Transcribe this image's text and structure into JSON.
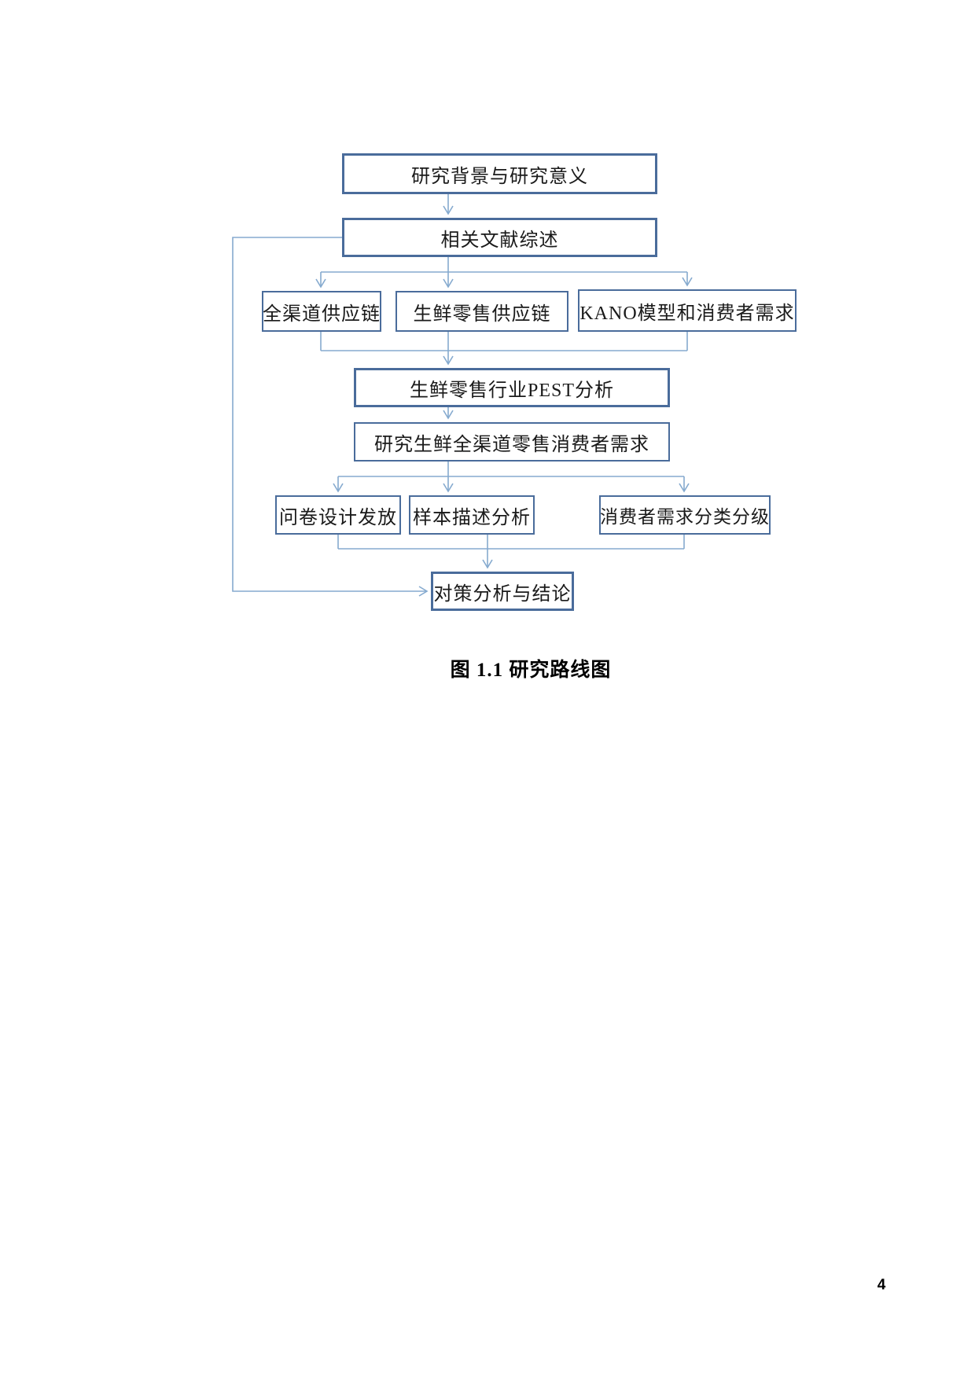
{
  "page": {
    "caption": "图 1.1 研究路线图",
    "number": "4"
  },
  "flowchart": {
    "nodes": [
      {
        "label": "研究背景与研究意义"
      },
      {
        "label": "相关文献综述"
      },
      {
        "label": "全渠道供应链"
      },
      {
        "label": "生鲜零售供应链"
      },
      {
        "label": "KANO模型和消费者需求"
      },
      {
        "label": "生鲜零售行业PEST分析"
      },
      {
        "label": "研究生鲜全渠道零售消费者需求"
      },
      {
        "label": "问卷设计发放"
      },
      {
        "label": "样本描述分析"
      },
      {
        "label": "消费者需求分类分级"
      },
      {
        "label": "对策分析与结论"
      }
    ],
    "edges": [
      [
        "研究背景与研究意义",
        "相关文献综述"
      ],
      [
        "相关文献综述",
        "全渠道供应链"
      ],
      [
        "相关文献综述",
        "生鲜零售供应链"
      ],
      [
        "相关文献综述",
        "KANO模型和消费者需求"
      ],
      [
        "全渠道供应链",
        "生鲜零售行业PEST分析"
      ],
      [
        "生鲜零售供应链",
        "生鲜零售行业PEST分析"
      ],
      [
        "KANO模型和消费者需求",
        "生鲜零售行业PEST分析"
      ],
      [
        "生鲜零售行业PEST分析",
        "研究生鲜全渠道零售消费者需求"
      ],
      [
        "研究生鲜全渠道零售消费者需求",
        "问卷设计发放"
      ],
      [
        "研究生鲜全渠道零售消费者需求",
        "样本描述分析"
      ],
      [
        "研究生鲜全渠道零售消费者需求",
        "消费者需求分类分级"
      ],
      [
        "问卷设计发放",
        "对策分析与结论"
      ],
      [
        "样本描述分析",
        "对策分析与结论"
      ],
      [
        "消费者需求分类分级",
        "对策分析与结论"
      ],
      [
        "相关文献综述",
        "对策分析与结论"
      ]
    ],
    "colors": {
      "box_border": "#4a6c9b",
      "connector": "#85aacf",
      "text": "#1a1a1a"
    }
  }
}
